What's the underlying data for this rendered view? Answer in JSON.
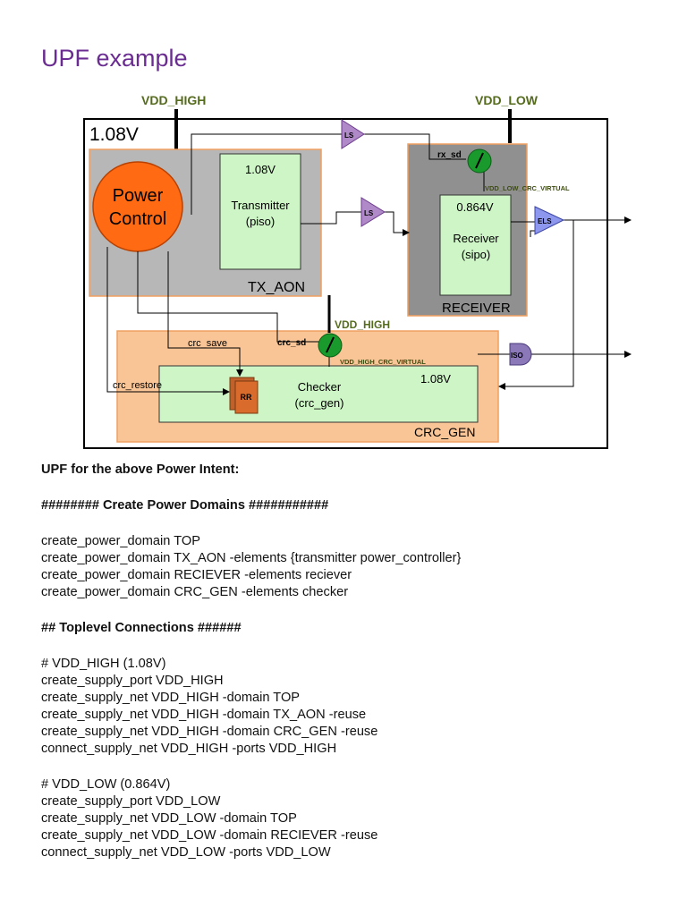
{
  "title": "UPF example",
  "diagram": {
    "supplies": {
      "vdd_high": "VDD_HIGH",
      "vdd_low": "VDD_LOW",
      "vdd_high_crc": "VDD_HIGH"
    },
    "top_voltage": "1.08V",
    "power_control": {
      "line1": "Power",
      "line2": "Control"
    },
    "transmitter": {
      "voltage": "1.08V",
      "name": "Transmitter",
      "sub": "(piso)"
    },
    "tx_aon_label": "TX_AON",
    "receiver": {
      "voltage": "0.864V",
      "name": "Receiver",
      "sub": "(sipo)"
    },
    "receiver_label": "RECEIVER",
    "checker": {
      "name": "Checker",
      "sub": "(crc_gen)",
      "voltage": "1.08V"
    },
    "crc_gen_label": "CRC_GEN",
    "signals": {
      "rx_sd": "rx_sd",
      "crc_sd": "crc_sd",
      "crc_save": "crc_save",
      "crc_restore": "crc_restore",
      "vdd_low_virtual": "VDD_LOW_CRC_VIRTUAL",
      "vdd_high_virtual": "VDD_HIGH_CRC_VIRTUAL"
    },
    "cells": {
      "ls": "LS",
      "els": "ELS",
      "iso": "ISO",
      "rr": "RR"
    },
    "colors": {
      "orange": "#ff6a13",
      "green": "#cdf5c6",
      "gray": "#b7b7b7",
      "dark_gray": "#909090",
      "peach": "#fac596",
      "purple": "#b08ac8",
      "blue": "#8d97ee",
      "switch": "#1a9a2c"
    }
  },
  "content": {
    "intro": "UPF for the above Power Intent:",
    "heading1": "######## Create Power Domains ###########",
    "domains": [
      "create_power_domain TOP",
      "create_power_domain TX_AON -elements {transmitter power_controller}",
      "create_power_domain RECIEVER -elements reciever",
      "create_power_domain CRC_GEN -elements checker"
    ],
    "heading2": "## Toplevel Connections ######",
    "vdd_high_block": [
      "# VDD_HIGH (1.08V)",
      "create_supply_port VDD_HIGH",
      "create_supply_net VDD_HIGH -domain TOP",
      "create_supply_net VDD_HIGH -domain TX_AON -reuse",
      "create_supply_net VDD_HIGH -domain CRC_GEN -reuse",
      "connect_supply_net VDD_HIGH -ports VDD_HIGH"
    ],
    "vdd_low_block": [
      "# VDD_LOW (0.864V)",
      "create_supply_port VDD_LOW",
      "create_supply_net VDD_LOW -domain TOP",
      "create_supply_net VDD_LOW -domain RECIEVER -reuse",
      "connect_supply_net VDD_LOW -ports VDD_LOW"
    ]
  }
}
